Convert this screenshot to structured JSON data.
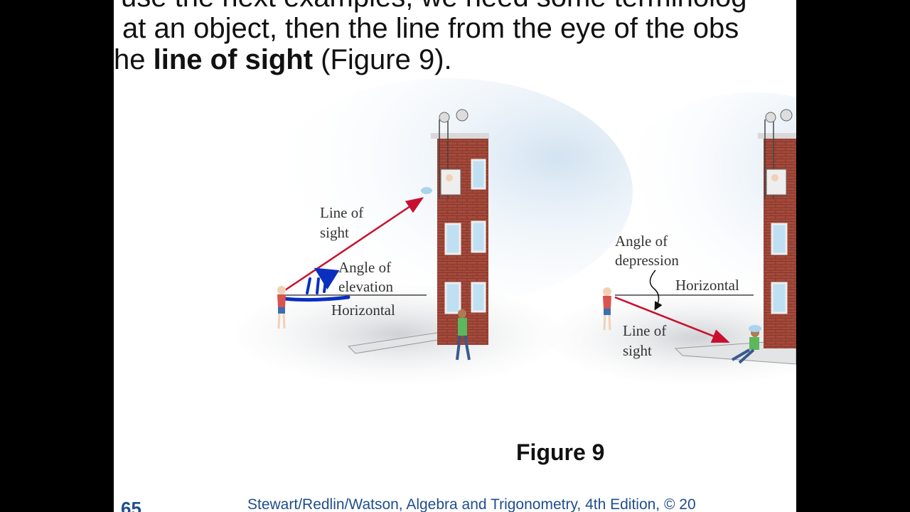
{
  "text": {
    "line1": "use the next examples, we need some terminolog",
    "line2": "at an object, then the line from the eye of the obs",
    "line3_pre": "he ",
    "line3_bold": "line of sight",
    "line3_post": " (Figure 9)."
  },
  "figure": {
    "left": {
      "line_of_sight_1": "Line of",
      "line_of_sight_2": "sight",
      "angle_1": "Angle of",
      "angle_2": "elevation",
      "horizontal": "Horizontal"
    },
    "right": {
      "angle_1": "Angle of",
      "angle_2": "depression",
      "horizontal": "Horizontal",
      "line_of_sight_1": "Line of",
      "line_of_sight_2": "sight"
    },
    "caption": "Figure 9"
  },
  "footer": {
    "citation": "Stewart/Redlin/Watson, Algebra and Trigonometry, 4th Edition, © 20",
    "page_number": "65"
  },
  "colors": {
    "line_of_sight": "#c8102e",
    "brick": "#a94a3c",
    "annotation": "#0b2fbf",
    "sky": "#dde9f3"
  }
}
